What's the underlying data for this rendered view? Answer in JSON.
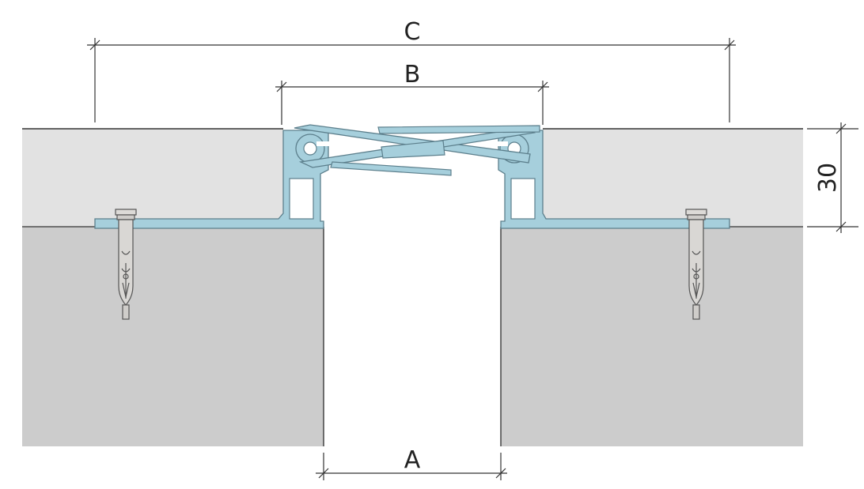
{
  "diagram": {
    "dimensions": {
      "a_label": "A",
      "b_label": "B",
      "c_label": "C",
      "thickness_label": "30"
    },
    "colors": {
      "slab": "#cccccc",
      "screed": "#e2e2e2",
      "profile": "#a6cfdc",
      "profile_stroke": "#5c7f8c",
      "line": "#333333",
      "anchor": "#d4d2cf"
    },
    "icons": {
      "anchor": "anchor-bolt-icon"
    }
  }
}
